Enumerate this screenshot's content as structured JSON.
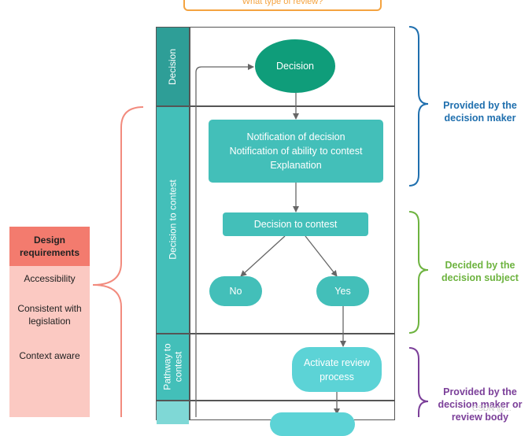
{
  "top_box": {
    "label": "What type of review?",
    "color": "#F4A340"
  },
  "lanes": [
    {
      "label": "Decision",
      "color": "#2E9E97"
    },
    {
      "label": "Decision to contest",
      "color": "#43BFB9"
    },
    {
      "label_line1": "Pathway to",
      "label_line2": "contest",
      "color": "#43BFB9"
    },
    {
      "label": "",
      "color": "#7FD8D6"
    }
  ],
  "nodes": {
    "decision": {
      "label": "Decision",
      "color": "#0F9D7A"
    },
    "notification": {
      "line1": "Notification of decision",
      "line2": "Notification of ability to contest",
      "line3": "Explanation",
      "color": "#43BFB9"
    },
    "decision_to_contest": {
      "label": "Decision to contest",
      "color": "#43BFB9"
    },
    "no": {
      "label": "No",
      "color": "#43BFB9"
    },
    "yes": {
      "label": "Yes",
      "color": "#43BFB9"
    },
    "activate_review": {
      "line1": "Activate review",
      "line2": "process",
      "color": "#5CD3D6"
    }
  },
  "side_labels": {
    "provided_by_maker": {
      "line1": "Provided by the",
      "line2": "decision maker",
      "color": "#1F6FAE"
    },
    "decided_by_subject": {
      "line1": "Decided by the",
      "line2": "decision subject",
      "color": "#6DB33F"
    },
    "provided_by_maker_or_review": {
      "line1": "Provided by the",
      "line2": "decision maker or",
      "line3": "review body",
      "color": "#7B3F99"
    }
  },
  "design_requirements": {
    "header": {
      "line1": "Design",
      "line2": "requirements"
    },
    "items": [
      {
        "text": "Accessibility"
      },
      {
        "line1": "Consistent with",
        "line2": "legislation"
      },
      {
        "text": "Context aware"
      }
    ],
    "header_color": "#F37B6E",
    "body_color": "#FBC9C2",
    "brace_color": "#F28B7E"
  },
  "watermark": "CSDN @...",
  "colors": {
    "lane_border": "#555555",
    "arrow": "#666666"
  }
}
